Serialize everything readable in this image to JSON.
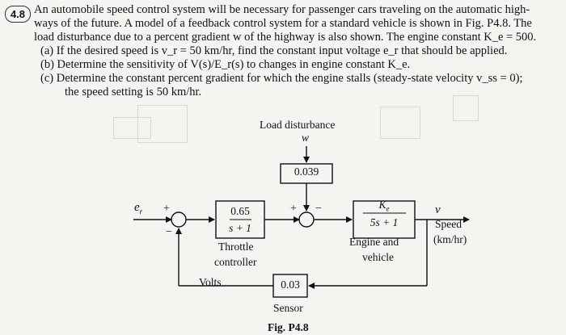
{
  "question": {
    "number": "4.8",
    "lines": [
      "An automobile speed control system will be necessary for passenger cars traveling on the automatic high-",
      "ways of the future. A model of a feedback control system for a standard vehicle is shown in Fig. P4.8. The",
      "load disturbance due to a percent gradient w of the highway is also shown. The engine constant K_e = 500.",
      "(a)  If the desired speed is v_r = 50 km/hr, find the constant input voltage e_r that should be applied.",
      "(b)  Determine the sensitivity of V(s)/E_r(s) to changes in engine constant K_e.",
      "(c)  Determine the constant percent gradient for which the engine stalls (steady-state velocity v_ss = 0);",
      "the speed setting is 50 km/hr."
    ]
  },
  "diagram": {
    "load_disturbance": "Load disturbance",
    "w": "w",
    "disturbance_gain": "0.039",
    "input": "e",
    "input_sub": "r",
    "plus_left": "+",
    "minus_left": "−",
    "plus_right": "+",
    "minus_right": "−",
    "throttle_num": "0.65",
    "throttle_den": "s + 1",
    "throttle_label": "Throttle",
    "controller_label": "controller",
    "volts_label": "Volts",
    "engine_num": "K",
    "engine_num_sub": "e",
    "engine_den": "5s + 1",
    "engine_label": "Engine and",
    "vehicle_label": "vehicle",
    "output": "v",
    "speed_label": "Speed",
    "units_label": "(km/hr)",
    "sensor_gain": "0.03",
    "sensor_label": "Sensor",
    "figure_caption": "Fig. P4.8"
  },
  "colors": {
    "ink": "#111111",
    "background": "#f4f4f1",
    "bleed": "#c9c9c5"
  }
}
